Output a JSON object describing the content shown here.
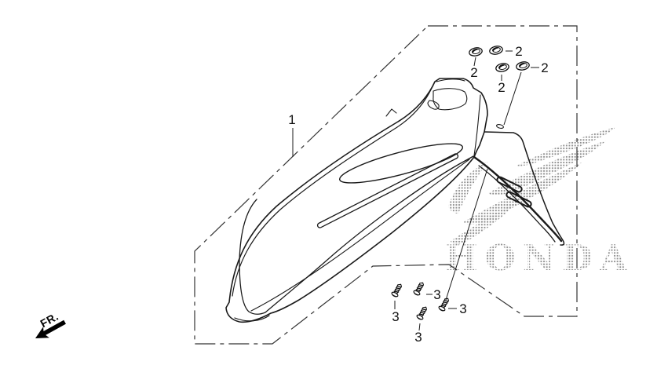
{
  "diagram": {
    "type": "exploded-parts-diagram",
    "subject": "front-fender",
    "colors": {
      "background": "#ffffff",
      "line": "#1a1a1a",
      "boundary": "#333333",
      "watermark_dot": "#8e8e8e",
      "arrow": "#000000"
    },
    "watermark": {
      "text": "HONDA",
      "icon": "honda-wing-icon"
    },
    "direction_arrow": {
      "label": "FR.",
      "icon": "front-direction-arrow-icon"
    },
    "callouts": [
      {
        "id": "fender",
        "label": "1",
        "icon": "fender-outline"
      },
      {
        "id": "bolt-1",
        "label": "2",
        "icon": "flange-bolt-icon"
      },
      {
        "id": "bolt-2",
        "label": "2",
        "icon": "flange-bolt-icon"
      },
      {
        "id": "bolt-3",
        "label": "2",
        "icon": "flange-bolt-icon"
      },
      {
        "id": "bolt-4",
        "label": "2",
        "icon": "flange-bolt-icon"
      },
      {
        "id": "screw-1",
        "label": "3",
        "icon": "tapping-screw-icon"
      },
      {
        "id": "screw-2",
        "label": "3",
        "icon": "tapping-screw-icon"
      },
      {
        "id": "screw-3",
        "label": "3",
        "icon": "tapping-screw-icon"
      },
      {
        "id": "screw-4",
        "label": "3",
        "icon": "tapping-screw-icon"
      }
    ]
  }
}
